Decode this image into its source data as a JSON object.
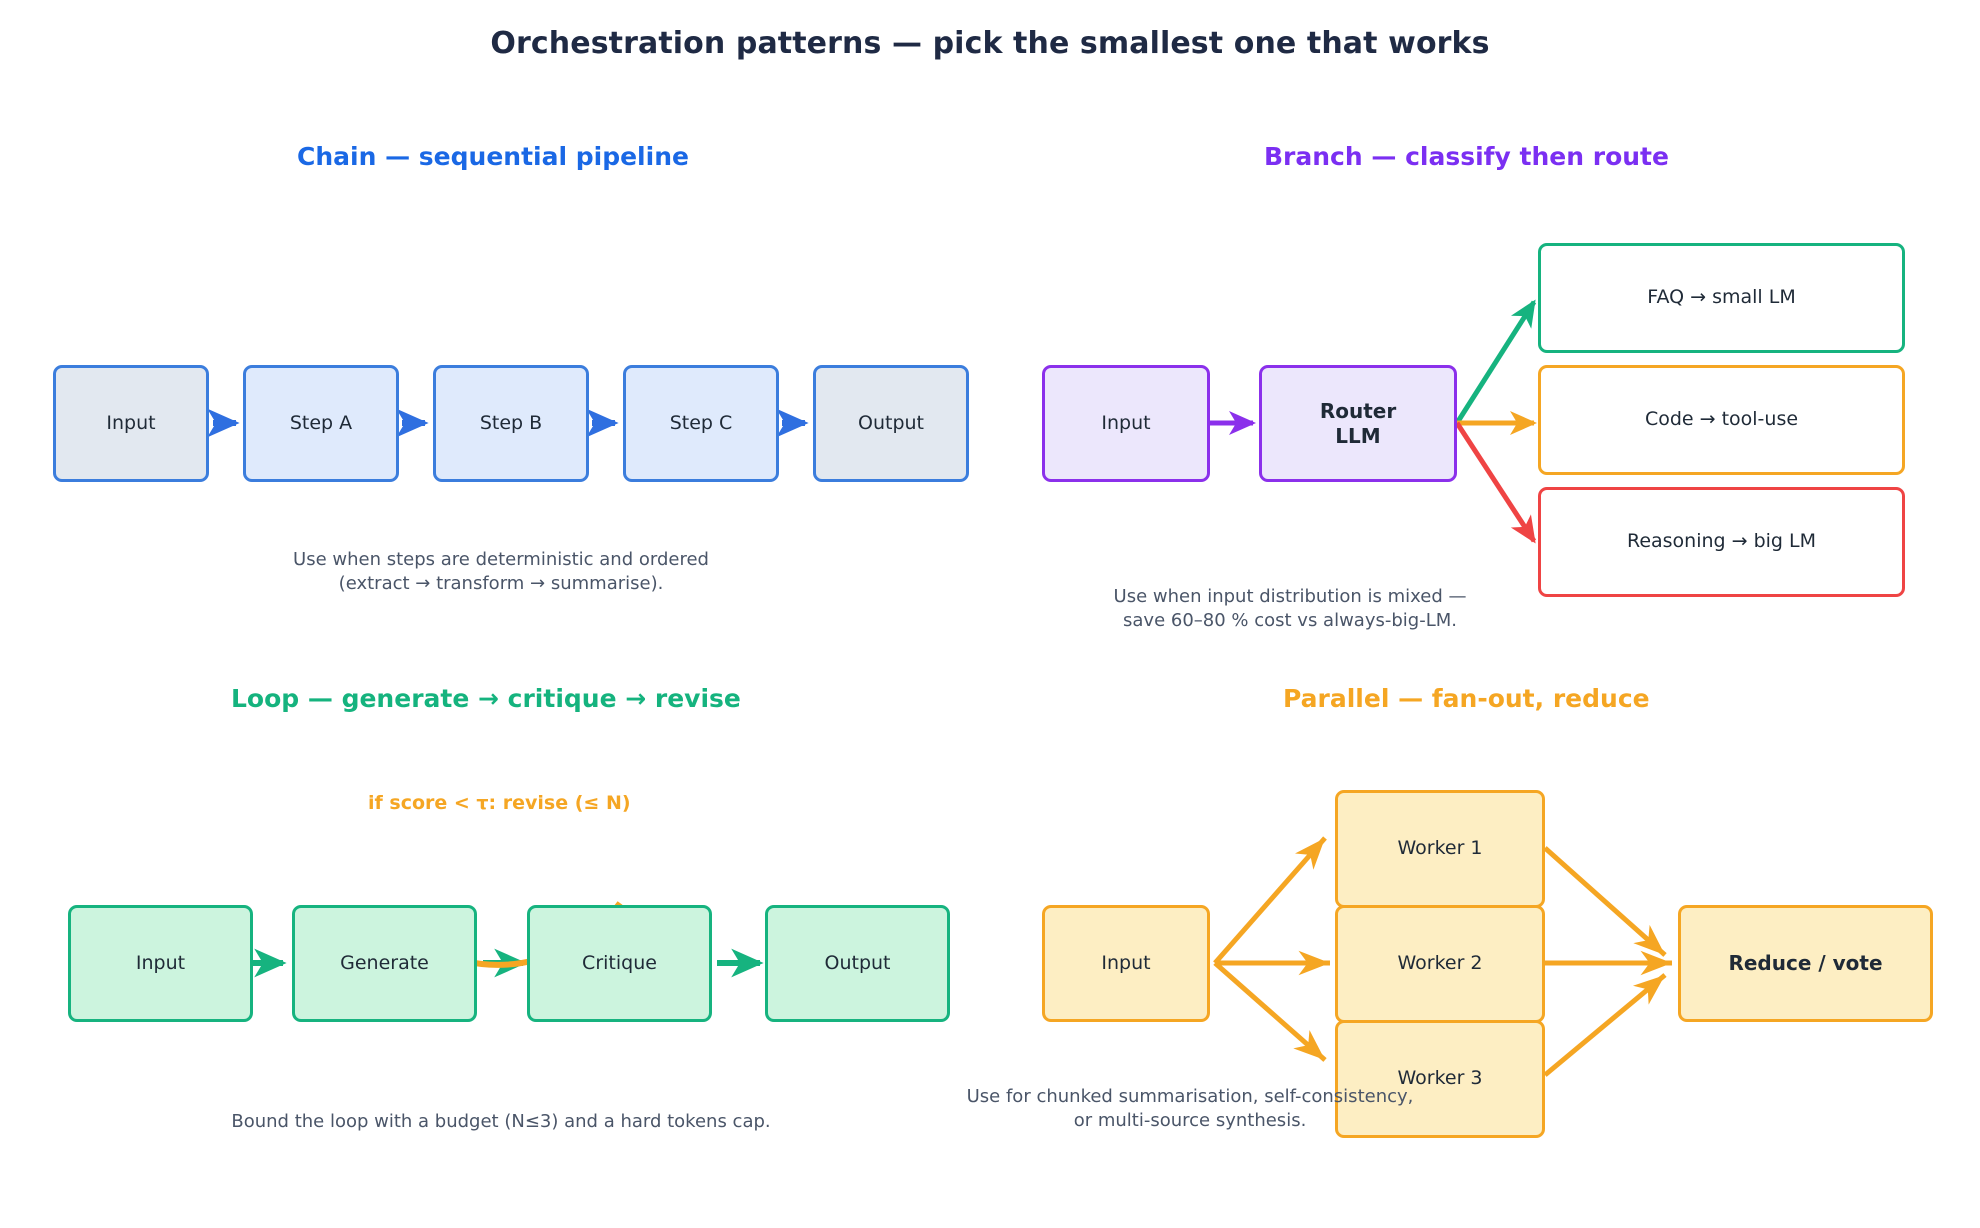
{
  "page": {
    "title": "Orchestration patterns — pick the smallest one that works",
    "background": "#ffffff"
  },
  "colors": {
    "title_text": "#1f2a44",
    "caption_text": "#4a5568",
    "chain_accent": "#1a68e5",
    "chain_border": "#3b7ddd",
    "chain_io_fill": "#e2e8f0",
    "chain_step_fill": "#dfeafc",
    "branch_accent": "#7b2ff2",
    "branch_border": "#8b30eb",
    "branch_fill": "#ece7fc",
    "green": "#16b37f",
    "orange": "#f5a623",
    "red": "#ef4444",
    "loop_fill": "#ccf4de",
    "parallel_fill": "#fdeec3"
  },
  "panels": {
    "chain": {
      "title": "Chain — sequential pipeline",
      "nodes": [
        {
          "label": "Input",
          "kind": "io"
        },
        {
          "label": "Step A",
          "kind": "step"
        },
        {
          "label": "Step B",
          "kind": "step"
        },
        {
          "label": "Step C",
          "kind": "step"
        },
        {
          "label": "Output",
          "kind": "io"
        }
      ],
      "caption": "Use when steps are deterministic and ordered\n(extract → transform → summarise)."
    },
    "branch": {
      "title": "Branch — classify then route",
      "input_label": "Input",
      "router_label": "Router\nLLM",
      "routes": [
        {
          "label": "FAQ → small LM",
          "color": "green"
        },
        {
          "label": "Code → tool-use",
          "color": "orange"
        },
        {
          "label": "Reasoning → big LM",
          "color": "red"
        }
      ],
      "caption": "Use when input distribution is mixed —\nsave 60–80 % cost vs always-big-LM."
    },
    "loop": {
      "title": "Loop — generate → critique → revise",
      "condition": "if score < τ: revise (≤ N)",
      "nodes": [
        {
          "label": "Input"
        },
        {
          "label": "Generate"
        },
        {
          "label": "Critique"
        },
        {
          "label": "Output"
        }
      ],
      "caption": "Bound the loop with a budget (N≤3) and a hard tokens cap."
    },
    "parallel": {
      "title": "Parallel — fan-out, reduce",
      "input_label": "Input",
      "workers": [
        {
          "label": "Worker 1"
        },
        {
          "label": "Worker 2"
        },
        {
          "label": "Worker 3"
        }
      ],
      "reduce_label": "Reduce / vote",
      "caption": "Use for chunked summarisation, self-consistency,\nor multi-source synthesis."
    }
  }
}
